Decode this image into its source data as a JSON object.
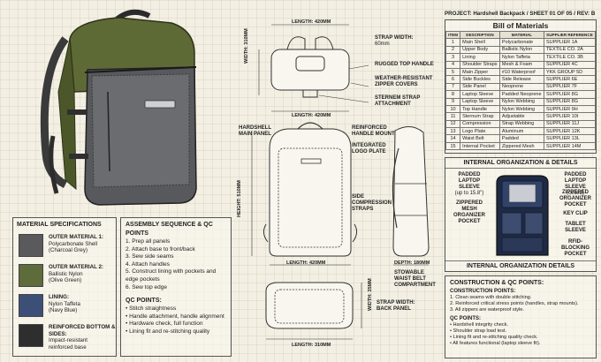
{
  "header": {
    "project": "PROJECT: Hardshell Backpack",
    "sheet": "SHEET 01 OF 05",
    "rev": "REV: B"
  },
  "bom": {
    "title": "Bill of Materials",
    "columns": [
      "ITEM",
      "DESCRIPTION",
      "MATERIAL",
      "SUPPLIER REFERENCE"
    ],
    "rows": [
      [
        "1",
        "Main Shell",
        "Polycarbonate",
        "SUPPLIER 1A"
      ],
      [
        "2",
        "Upper Body",
        "Ballistic Nylon",
        "TEXTILE CO. 2A"
      ],
      [
        "3",
        "Lining",
        "Nylon Taffeta",
        "TEXTILE CO. 3B"
      ],
      [
        "4",
        "Shoulder Straps",
        "Mesh & Foam",
        "SUPPLIER 4C"
      ],
      [
        "5",
        "Main Zipper",
        "#10 Waterproof",
        "YKK GROUP 5D"
      ],
      [
        "6",
        "Side Buckles",
        "Side Release",
        "SUPPLIER 6E"
      ],
      [
        "7",
        "Side Panel",
        "Neoprene",
        "SUPPLIER 7F"
      ],
      [
        "8",
        "Laptop Sleeve",
        "Padded Neoprene",
        "SUPPLIER 8G"
      ],
      [
        "9",
        "Laptop Sleeve",
        "Nylon Webbing",
        "SUPPLIER 8G"
      ],
      [
        "10",
        "Top Handle",
        "Nylon Webbing",
        "SUPPLIER 9H"
      ],
      [
        "11",
        "Sternum Strap",
        "Adjustable",
        "SUPPLIER 10I"
      ],
      [
        "12",
        "Compression",
        "Strap Webbing",
        "SUPPLIER 11J"
      ],
      [
        "13",
        "Logo Plate",
        "Aluminum",
        "SUPPLIER 12K"
      ],
      [
        "14",
        "Waist Belt",
        "Padded",
        "SUPPLIER 13L"
      ],
      [
        "15",
        "Internal Pocket",
        "Zippered Mesh",
        "SUPPLIER 14M"
      ]
    ]
  },
  "materials": {
    "title": "MATERIAL SPECIFICATIONS",
    "items": [
      {
        "head": "OUTER MATERIAL 1:",
        "line1": "Polycarbonate Shell",
        "line2": "(Charcoal Grey)",
        "color": "#5a5a5c"
      },
      {
        "head": "OUTER MATERIAL 2:",
        "line1": "Ballistic Nylon",
        "line2": "(Olive Green)",
        "color": "#5e6b3a"
      },
      {
        "head": "LINING:",
        "line1": "Nylon Taffeta",
        "line2": "(Navy Blue)",
        "color": "#3c4f77"
      },
      {
        "head": "REINFORCED BOTTOM & SIDES:",
        "line1": "Impact-resistant",
        "line2": "reinforced base",
        "color": "#2e2e2e"
      }
    ]
  },
  "assembly": {
    "title": "ASSEMBLY SEQUENCE & QC POINTS",
    "steps": [
      "1. Prep all panels",
      "2. Attach base to front/back",
      "3. Sew side seams",
      "4. Attach handles",
      "5. Construct lining with pockets and",
      "    edge pockets",
      "6. Sew top edge"
    ],
    "qc_title": "QC POINTS:",
    "qc": [
      "• Stitch straightness",
      "• Handle attachment, handle alignment",
      "• Hardware check, full function",
      "• Lining fit and re-stitching quality"
    ]
  },
  "views": {
    "top_length": "LENGTH: 420mm",
    "top_width": "WIDTH: 310mm",
    "top_length2": "LENGTH: 420mm",
    "strap_width": "STRAP WIDTH:",
    "strap_width_val": "60mm",
    "rugged_top": "RUGGED TOP HANDLE",
    "weather": "WEATHER-RESISTANT ZIPPER COVERS",
    "sternum": "STERNEM STRAP ATTACHMENT",
    "hardshell": "HARDSHELL MAIN PANEL",
    "reinforced_handle": "REINFORCED HANDLE MOUNT",
    "logo_plate": "INTEGRATED LOGO PLATE",
    "side_compression": "SIDE COMPRESSION STRAPS",
    "height": "HEIGHT: 510mm",
    "front_length": "LENGTH: 420mm",
    "depth": "DEPTH: 180mm",
    "stowable": "STOWABLE WAIST BELT COMPARTMENT",
    "strap_back": "STRAP WIDTH: BACK PANEL",
    "bottom_width": "WIDTH: 35mm",
    "bottom_length": "LENGTH: 310mm"
  },
  "internal": {
    "title": "INTERNAL ORGANIZATION & DETAILS",
    "footer": "INTERNAL ORGANIZATION DETAILS",
    "padded_left": "PADDED LAPTOP SLEEVE",
    "padded_left_sub": "(up to 15.8\")",
    "mesh": "ZIPPERED MESH ORGANIZER POCKET",
    "padded_right": "PADDED LAPTOP SLEEVE",
    "padded_right_sub": "(celled)",
    "zippered_org": "ZIPPERED ORGANIZER POCKET",
    "key_clip": "KEY CLIP",
    "tablet": "TABLET SLEEVE",
    "rfid": "RFID-BLOCKING POCKET"
  },
  "construction": {
    "title": "CONSTRUCTION & QC POINTS:",
    "points_title": "CONSTRUCTION POINTS:",
    "points": [
      "1. Clean seams with double stitching.",
      "2. Reinforced critical stress points (handles, strap mounts).",
      "3. All zippers are waterproof style."
    ],
    "qc_title": "QC POINTS:",
    "qc": [
      "• Hardshell integrity check.",
      "• Shoulder strap load test.",
      "• Lining fit and re-stitching quality check.",
      "• All features functional (laptop sleeve fit)."
    ]
  }
}
